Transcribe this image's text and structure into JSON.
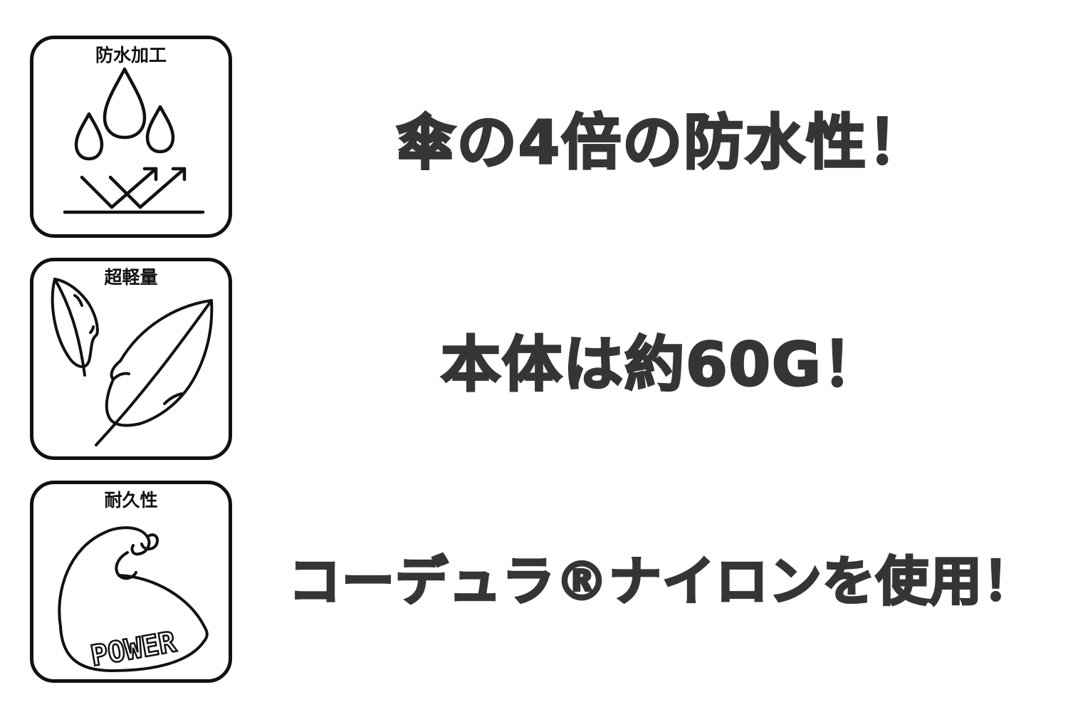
{
  "badges": {
    "waterproof": {
      "label": "防水加工",
      "icon": "water-repellent-icon"
    },
    "lightweight": {
      "label": "超軽量",
      "icon": "feather-icon"
    },
    "durability": {
      "label": "耐久性",
      "icon": "power-arm-icon",
      "icon_text": "POWER"
    }
  },
  "headlines": {
    "waterproof": "傘の4倍の防水性！",
    "weight": "本体は約60G！",
    "material": "コーデュラ®ナイロンを使用！"
  },
  "colors": {
    "icon_stroke": "#111111",
    "headline_text": "#353535",
    "background": "#ffffff"
  }
}
